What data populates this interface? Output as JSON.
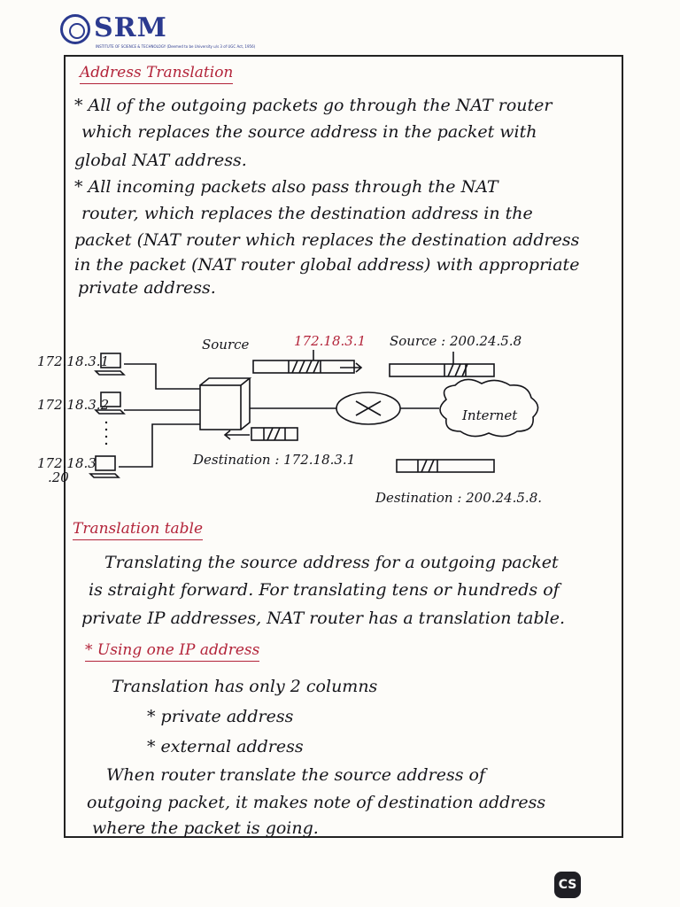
{
  "header": {
    "logo_text": "SRM",
    "logo_tagline": "INSTITUTE OF SCIENCE & TECHNOLOGY (Deemed to be University u/s 3 of UGC Act, 1956)"
  },
  "section1": {
    "heading": "Address Translation",
    "lines": [
      "* All of the outgoing packets go through the NAT router",
      "which replaces the source address in the packet with",
      "global NAT address.",
      "* All incoming packets also pass through the NAT",
      "router, which replaces the destination address in the",
      "packet (NAT router which replaces the destination address",
      "in the packet (NAT router global address) with appropriate",
      "private address."
    ]
  },
  "diagram": {
    "host1": "172.18.3.1",
    "host2": "172.18.3.2",
    "host3": "172.18.3",
    "host3b": ".20",
    "source_label_left": "Source",
    "source_ip_left": "172.18.3.1",
    "source_label_right": "Source : 200.24.5.8",
    "internet_label": "Internet",
    "destination_left": "Destination : 172.18.3.1",
    "destination_right": "Destination : 200.24.5.8."
  },
  "section2": {
    "heading": "Translation table",
    "lines": [
      "Translating the source address for a outgoing packet",
      "is straight forward. For translating tens or hundreds of",
      "private IP addresses, NAT router has a translation table."
    ]
  },
  "section3": {
    "heading": "* Using one IP address",
    "lines": [
      "Translation has only 2 columns",
      "* private address",
      "* external address",
      "When router translate the source address of",
      "outgoing packet, it makes note of destination address",
      "where the packet is going."
    ]
  },
  "badge": {
    "text": "CS"
  },
  "colors": {
    "ink": "#15151a",
    "red_ink": "#b3243a",
    "logo_blue": "#2b3a8f"
  }
}
